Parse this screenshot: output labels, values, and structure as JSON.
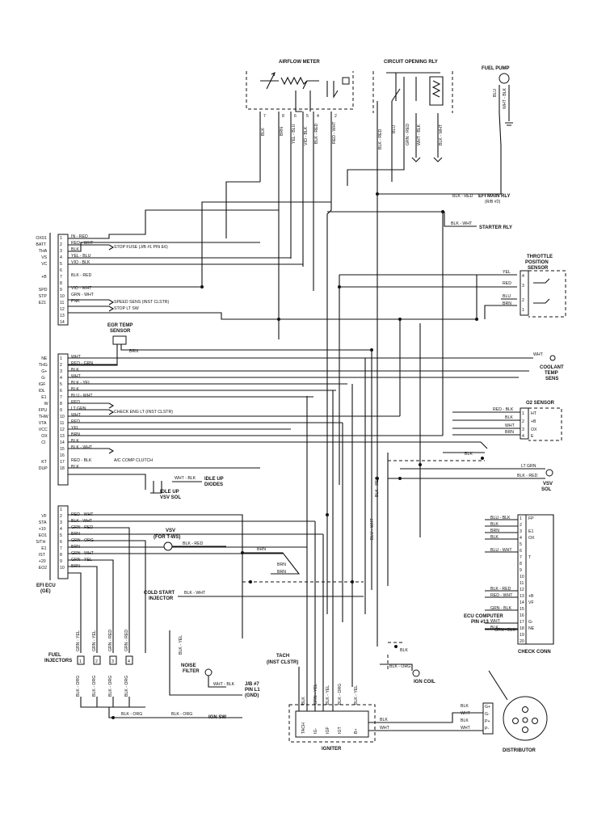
{
  "components": {
    "airflow_meter": "AIRFLOW METER",
    "circuit_opening_rly": "CIRCUIT OPENING RLY",
    "fuel_pump": "FUEL PUMP",
    "efi_main_rly": "EFI MAIN RLY",
    "efi_main_rly_sub": "(R/B #2)",
    "starter_rly": "STARTER RLY",
    "throttle_position_sensor": [
      "THROTTLE",
      "POSITION",
      "SENSOR"
    ],
    "egr_temp_sensor": [
      "EGR TEMP",
      "SENSOR"
    ],
    "coolant_temp_sens": [
      "COOLANT",
      "TEMP",
      "SENS"
    ],
    "o2_sensor": "O2 SENSOR",
    "vsv_sol": [
      "VSV",
      "SOL"
    ],
    "idle_up_diodes": [
      "IDLE UP",
      "DIODES"
    ],
    "idle_up_vsv_sol": [
      "IDLE UP",
      "VSV SOL"
    ],
    "vsv_for_t_ws": [
      "VSV",
      "(FOR T-WS)"
    ],
    "cold_start_injector": [
      "COLD START",
      "INJECTOR"
    ],
    "efi_ecu": [
      "EFI ECU",
      "(GE)"
    ],
    "fuel_injectors": [
      "FUEL",
      "INJECTORS"
    ],
    "noise_filter": [
      "NOISE",
      "FILTER"
    ],
    "jb7": [
      "J/B #7",
      "PIN L1",
      "(GND)"
    ],
    "ign_sw": "IGN SW",
    "tach": [
      "TACH",
      "(INST CLSTR)"
    ],
    "ign_coil": "IGN COIL",
    "igniter": "IGNITER",
    "distributor": "DISTRIBUTOR",
    "ecu_computer_pin": [
      "ECU COMPUTER",
      "PIN #13"
    ],
    "check_conn": "CHECK CONN",
    "stop_fuse": "STOP FUSE (J/B #1 PIN E6)",
    "speed_sens": "SPEED SENS (INST CLSTR)",
    "stop_lt_sw": "STOP LT SW",
    "check_eng_lt": "CHECK ENG LT (INST CLSTR)",
    "ac_comp_clutch": "A/C COMP CLUTCH"
  },
  "ecu_upper_pins": [
    {
      "name": "OX01",
      "num": "1",
      "wire": "IN - RED"
    },
    {
      "name": "BATT",
      "num": "2",
      "wire": "RED - WHT"
    },
    {
      "name": "THA",
      "num": "3",
      "wire": "BLK"
    },
    {
      "name": "VS",
      "num": "4",
      "wire": "YEL - BLU"
    },
    {
      "name": "VC",
      "num": "5",
      "wire": "VIO - BLK"
    },
    {
      "name": "",
      "num": "6",
      "wire": ""
    },
    {
      "name": "+B",
      "num": "7",
      "wire": "BLK - RED"
    },
    {
      "name": "",
      "num": "8",
      "wire": ""
    },
    {
      "name": "SPD",
      "num": "9",
      "wire": "VIO - WHT"
    },
    {
      "name": "STP",
      "num": "10",
      "wire": "GRN - WHT"
    },
    {
      "name": "E21",
      "num": "11",
      "wire": "PNK"
    },
    {
      "name": "",
      "num": "12",
      "wire": ""
    },
    {
      "name": "",
      "num": "13",
      "wire": ""
    },
    {
      "name": "",
      "num": "14",
      "wire": ""
    }
  ],
  "ecu_middle_pins": [
    {
      "name": "NE",
      "num": "1",
      "wire": "WHT"
    },
    {
      "name": "THG",
      "num": "2",
      "wire": "RED - GRN"
    },
    {
      "name": "G+",
      "num": "3",
      "wire": "BLK"
    },
    {
      "name": "G-",
      "num": "4",
      "wire": "WHT"
    },
    {
      "name": "IGF",
      "num": "5",
      "wire": "BLK - YEL"
    },
    {
      "name": "IDL",
      "num": "6",
      "wire": "BLK"
    },
    {
      "name": "E1",
      "num": "7",
      "wire": "BLU - WHT"
    },
    {
      "name": "W",
      "num": "8",
      "wire": "RED"
    },
    {
      "name": "FPU",
      "num": "9",
      "wire": "LT GRN"
    },
    {
      "name": "THW",
      "num": "10",
      "wire": "WHT"
    },
    {
      "name": "VTA",
      "num": "11",
      "wire": "RED"
    },
    {
      "name": "VCC",
      "num": "12",
      "wire": "YEL"
    },
    {
      "name": "OX",
      "num": "13",
      "wire": "BRN"
    },
    {
      "name": "CI",
      "num": "14",
      "wire": "BLK"
    },
    {
      "name": "",
      "num": "15",
      "wire": "BLK - WHT"
    },
    {
      "name": "",
      "num": "16",
      "wire": ""
    },
    {
      "name": "KT",
      "num": "17",
      "wire": "RED - BLK"
    },
    {
      "name": "DUP",
      "num": "18",
      "wire": "BLK"
    }
  ],
  "ecu_lower_pins": [
    {
      "name": "",
      "num": "1",
      "wire": ""
    },
    {
      "name": "VF",
      "num": "2",
      "wire": "RED - WHT"
    },
    {
      "name": "STA",
      "num": "3",
      "wire": "BLK - WHT"
    },
    {
      "name": "+10",
      "num": "4",
      "wire": "GRN - RED"
    },
    {
      "name": "EO1",
      "num": "5",
      "wire": "BRN"
    },
    {
      "name": "S/TH",
      "num": "6",
      "wire": "GRN - ORG"
    },
    {
      "name": "E1",
      "num": "7",
      "wire": "BRN"
    },
    {
      "name": "IST",
      "num": "8",
      "wire": "GRN - WHT"
    },
    {
      "name": "+20",
      "num": "9",
      "wire": "GRN - YEL"
    },
    {
      "name": "EO2",
      "num": "10",
      "wire": "BRN"
    }
  ],
  "airflow_wires": [
    "BLK",
    "BRN",
    "YEL - BLU",
    "VIO - BLK",
    "BLK - RED",
    "RED - WHT"
  ],
  "airflow_pins": [
    "7",
    "8",
    "6",
    "5",
    "4",
    "2"
  ],
  "circuit_rly_wires": [
    "BLK - RED",
    "BLU",
    "GRN - RED",
    "WHT - BLK",
    "BLK - WHT"
  ],
  "fuel_pump_wires": [
    "BLU",
    "WHT - BLK"
  ],
  "relay_wires": {
    "efi_main": "BLK - RED",
    "starter": "BLK - WHT"
  },
  "tps_wires": [
    "YEL",
    "RED",
    "BLU",
    "BRN"
  ],
  "tps_pins": [
    "4",
    "3",
    "2",
    "1"
  ],
  "egr_wire": "BRN",
  "coolant_wire": "WHT",
  "o2_wires": [
    {
      "wire": "RED - BLK",
      "pin": "1",
      "term": "HT"
    },
    {
      "wire": "BLK",
      "pin": "2",
      "term": "+B"
    },
    {
      "wire": "WHT",
      "pin": "3",
      "term": "OX"
    },
    {
      "wire": "BRN",
      "pin": "4",
      "term": "E"
    }
  ],
  "vsv_sol_wires": [
    "LT GRN",
    "BLK - RED"
  ],
  "idle_up_wire": "WHT - BLK",
  "vsv_tws_wire": "BLK - RED",
  "cold_start_wire": "BLK - WHT",
  "check_conn_pins": [
    {
      "num": "1",
      "term": "FP",
      "wire": "BLU - BLK"
    },
    {
      "num": "2",
      "term": "",
      "wire": "BLK"
    },
    {
      "num": "3",
      "term": "E1",
      "wire": "BRN"
    },
    {
      "num": "4",
      "term": "OX",
      "wire": "BLK"
    },
    {
      "num": "5",
      "term": "",
      "wire": ""
    },
    {
      "num": "6",
      "term": "",
      "wire": "BLU - WHT"
    },
    {
      "num": "7",
      "term": "T",
      "wire": ""
    },
    {
      "num": "8",
      "term": "",
      "wire": ""
    },
    {
      "num": "9",
      "term": "",
      "wire": ""
    },
    {
      "num": "10",
      "term": "",
      "wire": ""
    },
    {
      "num": "11",
      "term": "",
      "wire": ""
    },
    {
      "num": "12",
      "term": "",
      "wire": "BLK - RED"
    },
    {
      "num": "13",
      "term": "+B",
      "wire": "RED - WHT"
    },
    {
      "num": "14",
      "term": "VF",
      "wire": ""
    },
    {
      "num": "15",
      "term": "",
      "wire": "GRN - BLK"
    },
    {
      "num": "16",
      "term": "",
      "wire": ""
    },
    {
      "num": "17",
      "term": "G-",
      "wire": "WHT"
    },
    {
      "num": "18",
      "term": "NE",
      "wire": "BLK"
    },
    {
      "num": "19",
      "term": "",
      "wire": ""
    },
    {
      "num": "20",
      "term": "",
      "wire": ""
    }
  ],
  "injector_wires_top": [
    "GRN - YEL",
    "GRN - YEL",
    "GRN - RED",
    "GRN - RED"
  ],
  "injector_wires_bottom": [
    "BLK - ORG",
    "BLK - ORG",
    "BLK - ORG",
    "BLK - ORG"
  ],
  "injector_nums": [
    "1",
    "2",
    "3",
    "4"
  ],
  "ign_wires": [
    "BLK - ORG",
    "BLK - ORG"
  ],
  "noise_filter_wire": "WHT - BLK",
  "igniter_pins": [
    "TACH",
    "IG-",
    "IGF",
    "IGT",
    "B+"
  ],
  "igniter_wires": [
    "BLK",
    "GRN - YEL",
    "BLK - YEL",
    "BLK - ORG",
    "BLK - YEL"
  ],
  "ign_coil_wires": [
    "BLK",
    "BLK - ORG"
  ],
  "distributor_pins": [
    {
      "term": "G+",
      "wire": "BLK"
    },
    {
      "term": "G-",
      "wire": "WHT"
    },
    {
      "term": "P+",
      "wire": "BLK"
    },
    {
      "term": "P-",
      "wire": "WHT"
    }
  ],
  "igniter_side_wires": [
    "BLK",
    "WHT"
  ],
  "misc_wires": {
    "brn1": "BRN",
    "brn2": "BRN",
    "brn3": "BRN",
    "blk_yel": "BLK - YEL",
    "blk_red_mid": "BLK - RED",
    "blu_wht_mid": "BLU - WHT",
    "grn_blk": "GRN - BLK"
  }
}
